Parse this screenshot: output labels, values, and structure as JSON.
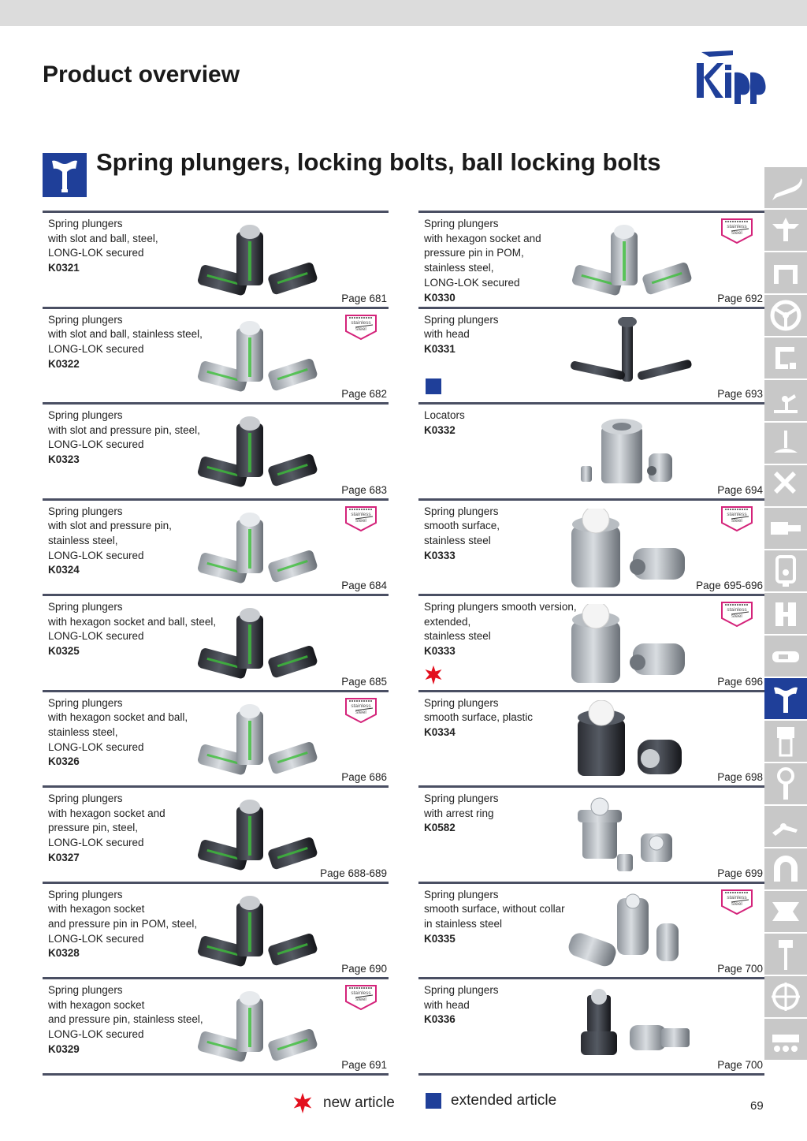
{
  "header": {
    "title": "Product overview",
    "logo_text": "Kipp"
  },
  "section": {
    "title": "Spring plungers, locking bolts, ball locking bolts",
    "icon": "locking-bolt-icon"
  },
  "badge_label": {
    "line1": "stainless",
    "line2": "steel"
  },
  "colors": {
    "brand_blue": "#1f3f99",
    "rule": "#4a4f63",
    "star_red": "#e3101e",
    "badge_magenta": "#d4237a",
    "sidebar_grey": "#c8c8c8"
  },
  "left_column": [
    {
      "lines": [
        "Spring plungers",
        "with slot and ball, steel,",
        "LONG-LOK secured"
      ],
      "code": "K0321",
      "page": "Page 681",
      "stainless": false,
      "marker": "",
      "finish": "black"
    },
    {
      "lines": [
        "Spring plungers",
        "with slot and ball, stainless steel,",
        "LONG-LOK secured"
      ],
      "code": "K0322",
      "page": "Page 682",
      "stainless": true,
      "marker": "",
      "finish": "steel"
    },
    {
      "lines": [
        "Spring plungers",
        "with slot and pressure pin, steel,",
        "LONG-LOK secured"
      ],
      "code": "K0323",
      "page": "Page 683",
      "stainless": false,
      "marker": "",
      "finish": "black"
    },
    {
      "lines": [
        "Spring plungers",
        "with slot and pressure pin,",
        "stainless steel,",
        "LONG-LOK secured"
      ],
      "code": "K0324",
      "page": "Page 684",
      "stainless": true,
      "marker": "",
      "finish": "steel"
    },
    {
      "lines": [
        "Spring plungers",
        "with hexagon socket and ball, steel,",
        "LONG-LOK secured"
      ],
      "code": "K0325",
      "page": "Page 685",
      "stainless": false,
      "marker": "",
      "finish": "black"
    },
    {
      "lines": [
        "Spring plungers",
        "with hexagon socket and ball,",
        "stainless steel,",
        "LONG-LOK secured"
      ],
      "code": "K0326",
      "page": "Page 686",
      "stainless": true,
      "marker": "",
      "finish": "steel"
    },
    {
      "lines": [
        "Spring plungers",
        "with hexagon socket and",
        "pressure pin, steel,",
        "LONG-LOK secured"
      ],
      "code": "K0327",
      "page": "Page 688-689",
      "stainless": false,
      "marker": "",
      "finish": "black"
    },
    {
      "lines": [
        "Spring plungers",
        "with hexagon socket",
        "and pressure pin in POM, steel,",
        "LONG-LOK secured"
      ],
      "code": "K0328",
      "page": "Page 690",
      "stainless": false,
      "marker": "",
      "finish": "black"
    },
    {
      "lines": [
        "Spring plungers",
        "with hexagon socket",
        "and pressure pin, stainless steel,",
        "LONG-LOK secured"
      ],
      "code": "K0329",
      "page": "Page 691",
      "stainless": true,
      "marker": "",
      "finish": "steel"
    }
  ],
  "right_column": [
    {
      "lines": [
        "Spring plungers",
        "with hexagon socket and",
        "pressure pin in POM,",
        "stainless steel,",
        "LONG-LOK secured"
      ],
      "code": "K0330",
      "page": "Page 692",
      "stainless": true,
      "marker": "",
      "finish": "steel"
    },
    {
      "lines": [
        "Spring plungers",
        "with head"
      ],
      "code": "K0331",
      "page": "Page 693",
      "stainless": false,
      "marker": "extended",
      "finish": "pins"
    },
    {
      "lines": [
        "Locators"
      ],
      "code": "K0332",
      "page": "Page 694",
      "stainless": false,
      "marker": "",
      "finish": "locator"
    },
    {
      "lines": [
        "Spring plungers",
        "smooth surface,",
        "stainless steel"
      ],
      "code": "K0333",
      "page": "Page 695-696",
      "stainless": true,
      "marker": "",
      "finish": "smooth"
    },
    {
      "lines": [
        "Spring plungers smooth version,",
        "extended,",
        "stainless steel"
      ],
      "code": "K0333",
      "page": "Page 696",
      "stainless": true,
      "marker": "new",
      "finish": "smooth"
    },
    {
      "lines": [
        "Spring plungers",
        "smooth surface, plastic"
      ],
      "code": "K0334",
      "page": "Page 698",
      "stainless": false,
      "marker": "",
      "finish": "plastic"
    },
    {
      "lines": [
        "Spring plungers",
        "with arrest ring"
      ],
      "code": "K0582",
      "page": "Page 699",
      "stainless": false,
      "marker": "",
      "finish": "ring"
    },
    {
      "lines": [
        "Spring plungers",
        "smooth surface, without collar",
        "in stainless steel"
      ],
      "code": "K0335",
      "page": "Page 700",
      "stainless": true,
      "marker": "",
      "finish": "collarless"
    },
    {
      "lines": [
        "Spring plungers",
        "with head"
      ],
      "code": "K0336",
      "page": "Page 700",
      "stainless": false,
      "marker": "",
      "finish": "head"
    }
  ],
  "sidebar_tabs": [
    "lever-icon",
    "star-knob-icon",
    "handle-icon",
    "handwheel-icon",
    "crank-handle-icon",
    "clamp-lever-icon",
    "levelling-foot-icon",
    "cross-joint-icon",
    "quick-connector-icon",
    "position-indicator-icon",
    "hinge-icon",
    "latch-icon",
    "locking-bolt-icon",
    "threaded-bushing-icon",
    "eye-bolt-icon",
    "tension-latch-icon",
    "magnet-icon",
    "vibration-mount-icon",
    "probe-pin-icon",
    "ball-lock-pin-icon",
    "conveyor-icon"
  ],
  "active_tab_index": 12,
  "legend": {
    "new_label": "new article",
    "extended_label": "extended article"
  },
  "page_number": "69"
}
